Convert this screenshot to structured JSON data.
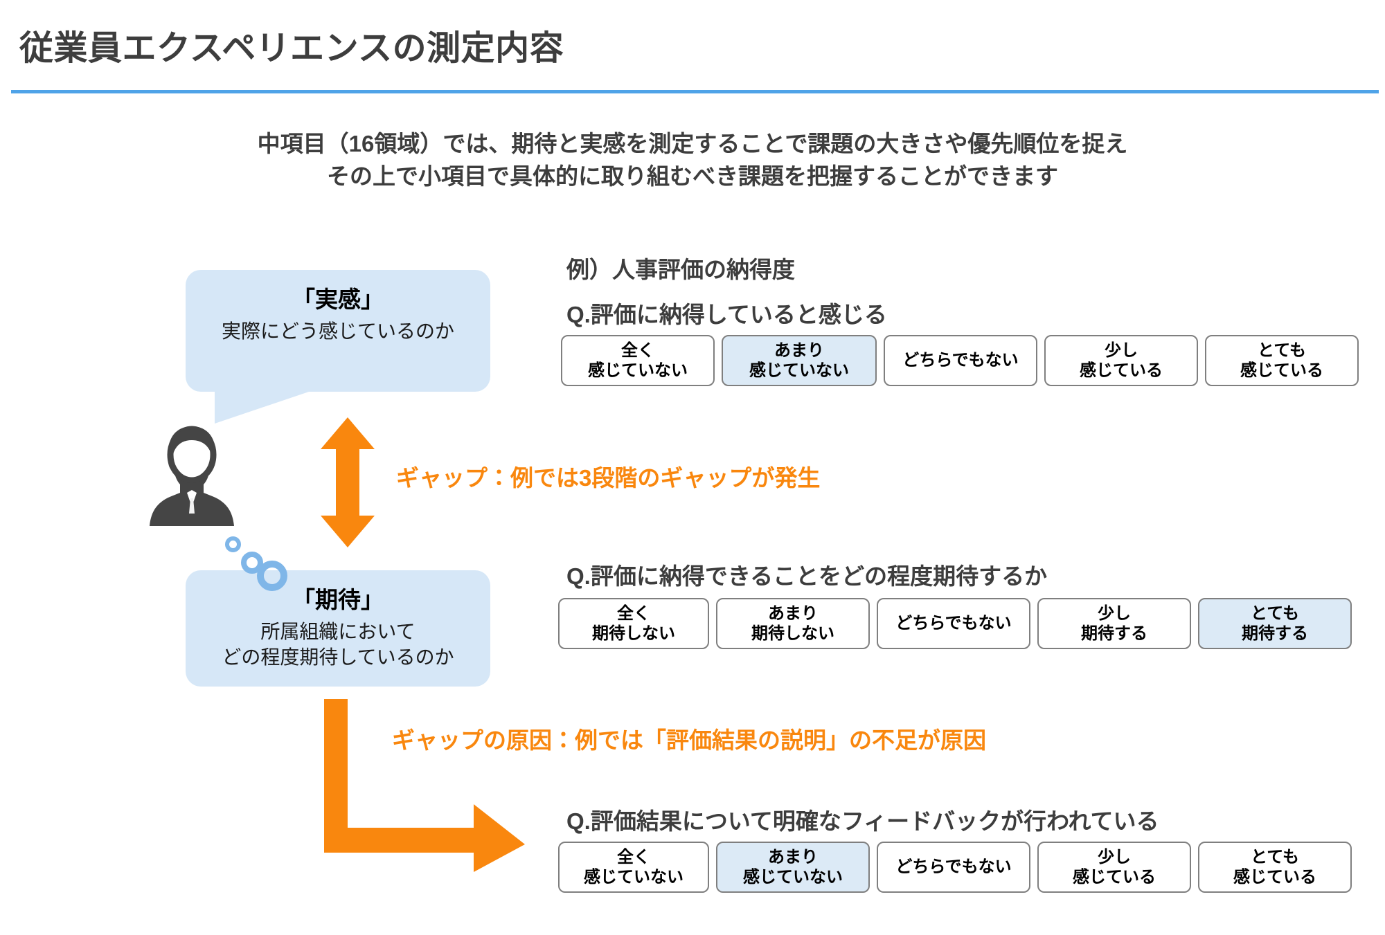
{
  "slide": {
    "title": "従業員エクスペリエンスの測定内容",
    "subtitle_lines": [
      "中項目（16領域）では、期待と実感を測定することで課題の大きさや優先順位を捉え",
      "その上で小項目で具体的に取り組むべき課題を把握することができます"
    ],
    "accent_color": "#4FA3E8",
    "highlight_color": "#F9870E",
    "bubble_fill": "#D6E7F7",
    "option_selected_fill": "#DCEAF6"
  },
  "bubbles": [
    {
      "name": "feel",
      "title": "「実感」",
      "sub_lines": [
        "実際にどう感じているのか"
      ]
    },
    {
      "name": "expect",
      "title": "「期待」",
      "sub_lines": [
        "所属組織において",
        "どの程度期待しているのか"
      ]
    }
  ],
  "annotations": {
    "gap": "ギャップ：例では3段階のギャップが発生",
    "gap_cause": "ギャップの原因：例では「評価結果の説明」の不足が原因"
  },
  "example": {
    "label": "例）人事評価の納得度"
  },
  "questions": [
    {
      "text": "Q.評価に納得していると感じる",
      "selected_index": 1,
      "options": [
        {
          "lines": [
            "全く",
            "感じていない"
          ]
        },
        {
          "lines": [
            "あまり",
            "感じていない"
          ]
        },
        {
          "lines": [
            "どちらでもない"
          ]
        },
        {
          "lines": [
            "少し",
            "感じている"
          ]
        },
        {
          "lines": [
            "とても",
            "感じている"
          ]
        }
      ]
    },
    {
      "text": "Q.評価に納得できることをどの程度期待するか",
      "selected_index": 4,
      "options": [
        {
          "lines": [
            "全く",
            "期待しない"
          ]
        },
        {
          "lines": [
            "あまり",
            "期待しない"
          ]
        },
        {
          "lines": [
            "どちらでもない"
          ]
        },
        {
          "lines": [
            "少し",
            "期待する"
          ]
        },
        {
          "lines": [
            "とても",
            "期待する"
          ]
        }
      ]
    },
    {
      "text": "Q.評価結果について明確なフィードバックが行われている",
      "selected_index": 1,
      "options": [
        {
          "lines": [
            "全く",
            "感じていない"
          ]
        },
        {
          "lines": [
            "あまり",
            "感じていない"
          ]
        },
        {
          "lines": [
            "どちらでもない"
          ]
        },
        {
          "lines": [
            "少し",
            "感じている"
          ]
        },
        {
          "lines": [
            "とても",
            "感じている"
          ]
        }
      ]
    }
  ],
  "icons": {
    "person": "person-avatar-icon",
    "arrow_vertical": "double-headed-vertical-arrow-icon",
    "arrow_elbow": "elbow-arrow-icon"
  }
}
